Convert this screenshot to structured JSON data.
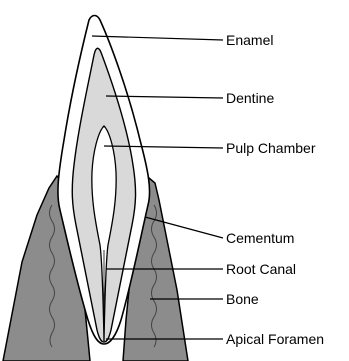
{
  "diagram": {
    "labels": [
      {
        "id": "enamel",
        "text": "Enamel"
      },
      {
        "id": "dentine",
        "text": "Dentine"
      },
      {
        "id": "pulp_chamber",
        "text": "Pulp Chamber"
      },
      {
        "id": "cementum",
        "text": "Cementum"
      },
      {
        "id": "root_canal",
        "text": "Root Canal"
      },
      {
        "id": "bone",
        "text": "Bone"
      },
      {
        "id": "apical_foramen",
        "text": "Apical Foramen"
      }
    ],
    "colors": {
      "outline": "#000000",
      "enamel": "#ffffff",
      "dentine": "#d9d9d9",
      "pulp": "#ffffff",
      "bone": "#8c8c8c",
      "background": "#ffffff"
    }
  }
}
